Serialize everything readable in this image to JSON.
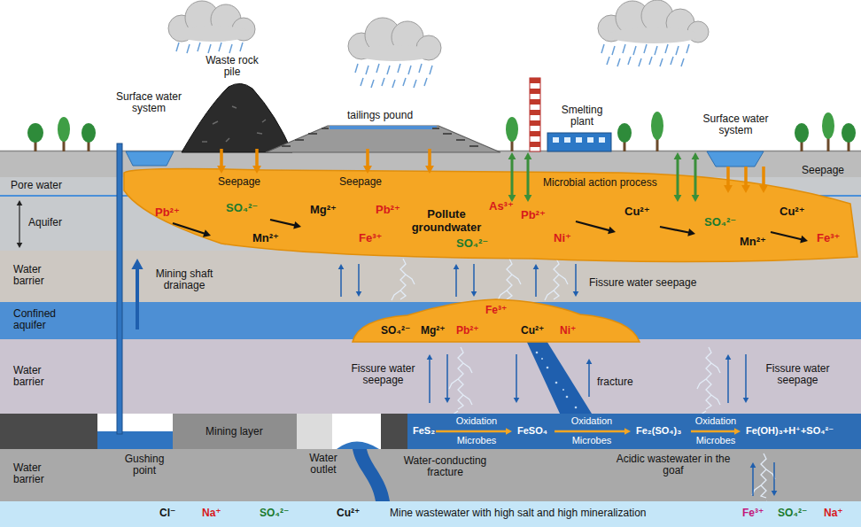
{
  "diagram": {
    "nodes": [
      {
        "text": [
          "Pore water"
        ]
      },
      {
        "text": [
          "Aquifer"
        ]
      },
      {
        "text": [
          "Pb²⁺",
          "SO₄²⁻",
          "Mn²⁺",
          "Mg²⁺",
          "Fe³⁺",
          "Pb²⁺",
          "Pollute groundwater",
          "As³⁺",
          "SO₄²⁻",
          "Pb²⁺",
          "Ni⁺",
          "Cu²⁺",
          "SO₄²⁻",
          "Mn²⁺",
          "Cu²⁺",
          "Fe³⁺"
        ]
      },
      {
        "text": [
          "Water barrier"
        ]
      },
      {
        "text": [
          "Confined aquifer"
        ]
      },
      {
        "text": [
          "SO₄²⁻",
          "Mg²⁺",
          "Pb²⁺",
          "Fe³⁺",
          "Cu²⁺",
          "Ni⁺"
        ]
      },
      {
        "text": [
          "Water barrier"
        ]
      },
      {
        "text": [
          "Mining layer"
        ]
      },
      {
        "text": [
          "FeS₂",
          "Oxidation",
          "Microbes",
          "FeSO₄",
          "Oxidation",
          "Microbes",
          "Fe₂(SO₄)₃",
          "Oxidation",
          "Microbes",
          "Fe(OH)₃+H⁺+SO₄²⁻"
        ],
        "in": 7
      },
      {
        "text": [
          "Water barrier"
        ]
      },
      {
        "text": [
          "Cl⁻",
          "Na⁺",
          "SO₄²⁻",
          "Cu²⁺",
          "Mine wastewater with high salt and high mineralization",
          "Fe³⁺",
          "SO₄²⁻",
          "Na⁺"
        ]
      }
    ],
    "labels": [
      "Waste rock pile",
      "Surface water system",
      "tailings pound",
      "Smelting plant",
      "Surface water system",
      "Seepage",
      "Seepage",
      "Microbial action process",
      "Seepage",
      "Mining shaft drainage",
      "Fissure water seepage",
      "Fissure water seepage",
      "fracture",
      "Fissure water seepage",
      "Gushing point",
      "Water outlet",
      "Water-conducting fracture",
      "Acidic wastewater in the goaf"
    ]
  }
}
